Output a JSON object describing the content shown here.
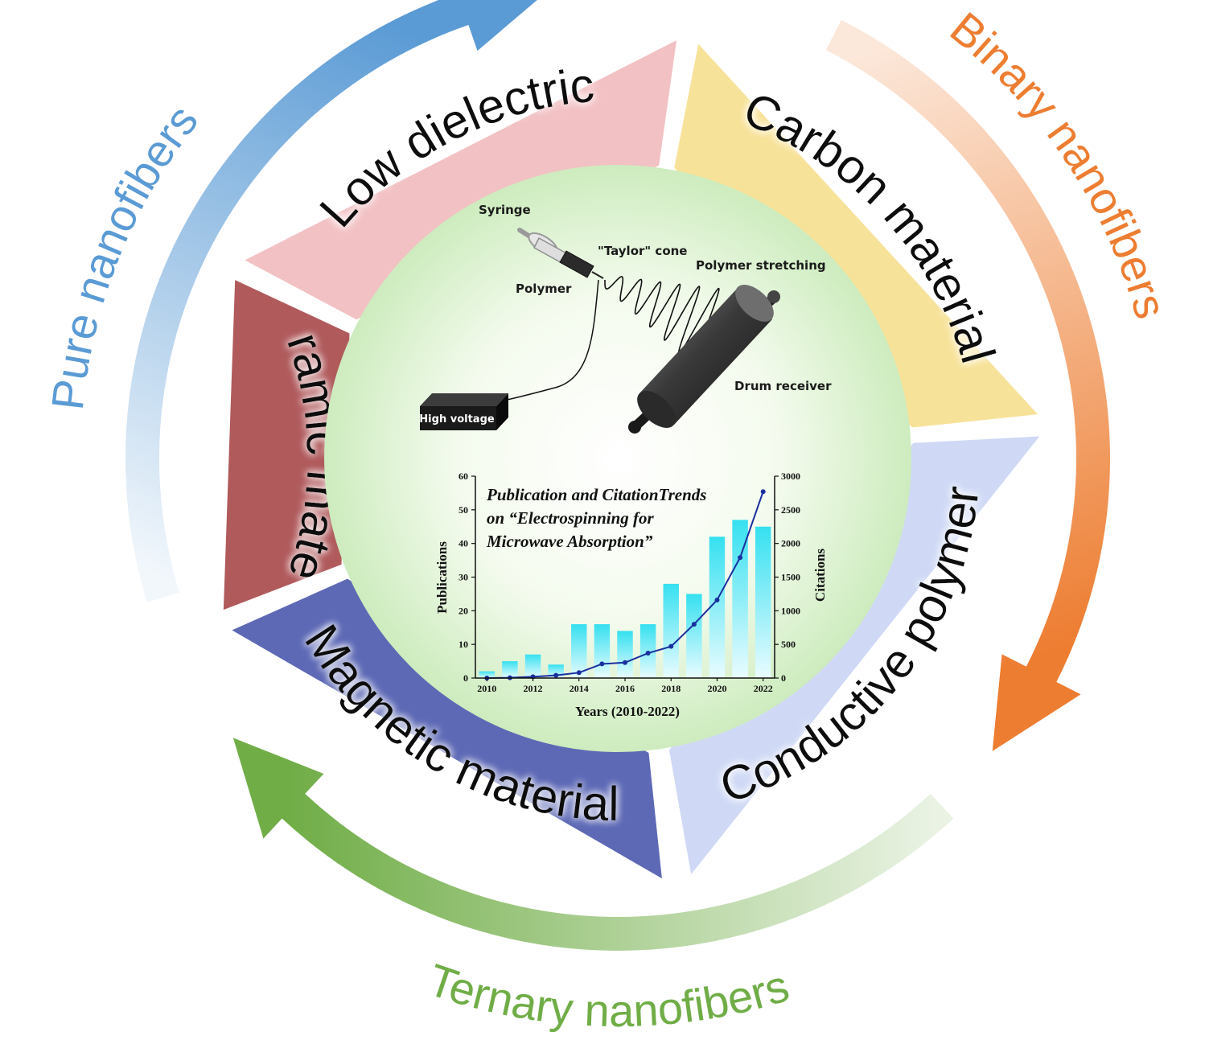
{
  "segments": [
    {
      "label": "Low dielectric",
      "color": "#f2c1c4",
      "text_color": "#111111"
    },
    {
      "label": "Carbon material",
      "color": "#f7e29a",
      "text_color": "#111111"
    },
    {
      "label": "Conductive polymer",
      "color": "#cfd9f5",
      "text_color": "#111111"
    },
    {
      "label": "Magnetic material",
      "color": "#5d69b5",
      "text_color": "#111111"
    },
    {
      "label": "Ceramic material",
      "color": "#b05a5c",
      "text_color": "#111111"
    }
  ],
  "outer_arrows": {
    "pure": {
      "label": "Pure nanofibers",
      "color": "#5b9bd5"
    },
    "binary": {
      "label": "Binary nanofibers",
      "color": "#ed7d31"
    },
    "ternary": {
      "label": "Ternary nanofibers",
      "color": "#70ad47"
    }
  },
  "apparatus": {
    "syringe": "Syringe",
    "taylor_cone": "\"Taylor\" cone",
    "polymer_stretching": "Polymer stretching",
    "polymer": "Polymer",
    "drum_receiver": "Drum receiver",
    "high_voltage": "High voltage"
  },
  "chart_data": {
    "type": "bar",
    "title_lines": [
      "Publication and CitationTrends",
      "on “Electrospinning for",
      "Microwave Absorption”"
    ],
    "xlabel": "Years (2010-2022)",
    "ylabel": "Publications",
    "y2label": "Citations",
    "categories": [
      2010,
      2011,
      2012,
      2013,
      2014,
      2015,
      2016,
      2017,
      2018,
      2019,
      2020,
      2021,
      2022
    ],
    "x_tick_labels": [
      "2010",
      "2012",
      "2014",
      "2016",
      "2018",
      "2020",
      "2022"
    ],
    "series": [
      {
        "name": "Publications",
        "axis": "left",
        "type": "bar",
        "values": [
          2,
          5,
          7,
          4,
          16,
          16,
          14,
          16,
          28,
          25,
          42,
          47,
          45
        ]
      },
      {
        "name": "Citations",
        "axis": "right",
        "type": "line",
        "values": [
          0,
          5,
          20,
          40,
          80,
          210,
          230,
          370,
          470,
          800,
          1160,
          1790,
          2770
        ]
      }
    ],
    "ylim": [
      0,
      60
    ],
    "y_ticks": [
      0,
      10,
      20,
      30,
      40,
      50,
      60
    ],
    "y2lim": [
      0,
      3000
    ],
    "y2_ticks": [
      0,
      500,
      1000,
      1500,
      2000,
      2500,
      3000
    ],
    "bar_color": "#35e0f0",
    "line_color": "#1a2fa0",
    "grid": false
  }
}
